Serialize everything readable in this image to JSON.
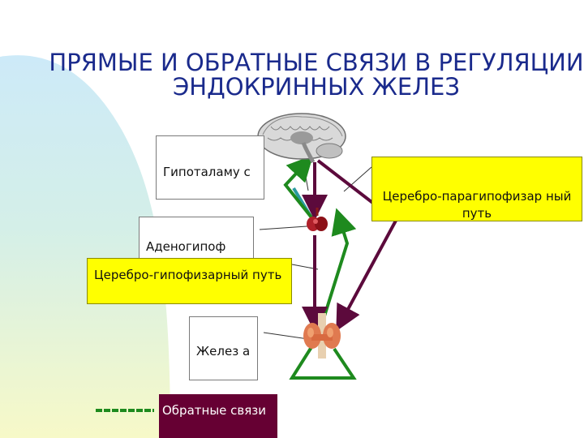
{
  "title": "ПРЯМЫЕ И ОБРАТНЫЕ СВЯЗИ В РЕГУЛЯЦИИ ЭНДОКРИННЫХ ЖЕЛЕЗ",
  "labels": {
    "hypothalamus": "Гипоталаму с",
    "adenohypophysis": "Аденогипоф",
    "gland": "Желез а"
  },
  "callouts": {
    "cerebro_parahypophyseal": "Церебро-парагипофизар ный путь",
    "cerebro_hypophyseal": " Церебро-гипофизарный путь"
  },
  "legend": {
    "feedback_label": " Обратные связи"
  },
  "colors": {
    "title": "#1a2a8c",
    "callout_fill": "#ffff00",
    "direct_path": "#5c0a3c",
    "feedback_path": "#1e8a1e",
    "teal_link": "#2a9aa0",
    "legend_fill": "#660033"
  },
  "icons": [
    "brain-image",
    "pituitary-image",
    "thyroid-gland-image"
  ]
}
